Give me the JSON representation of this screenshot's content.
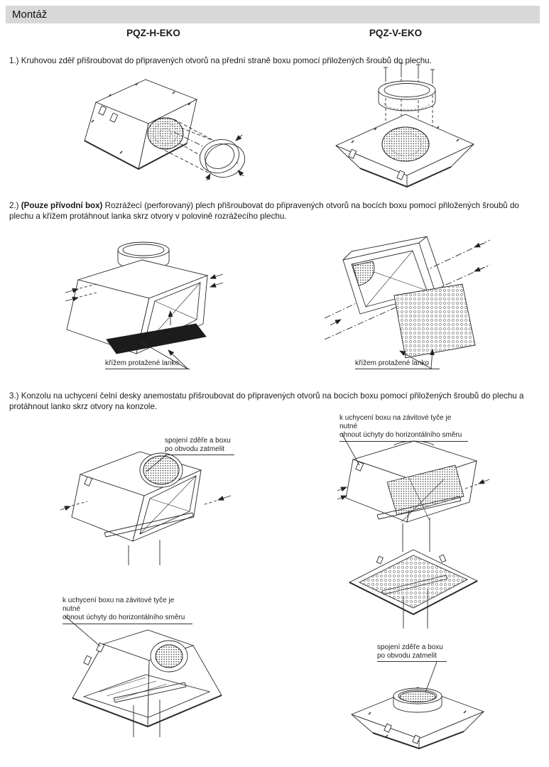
{
  "header": {
    "title": "Montáž"
  },
  "columns": {
    "left_model": "PQZ-H-EKO",
    "right_model": "PQZ-V-EKO"
  },
  "steps": {
    "step1": "1.) Kruhovou zděř přišroubovat do připravených otvorů na přední straně boxu pomocí přiložených šroubů do plechu.",
    "step2_num": "2.)",
    "step2_bold": "(Pouze přívodní box)",
    "step2_rest": "Rozrážecí (perforovaný) plech přišroubovat do připravených otvorů na bocích boxu pomocí přiložených šroubů do plechu a křížem protáhnout lanka skrz otvory v polovině rozrážecího plechu.",
    "step3": "3.) Konzolu na uchycení čelní desky anemostatu přišroubovat do připravených otvorů na bocích boxu pomocí přiložených šroubů do plechu a protáhnout lanko skrz otvory na konzole."
  },
  "callouts": {
    "cross_wire_left": "křížem protažené lanko",
    "cross_wire_right": "křížem protažené lanko",
    "seal_top_line1": "spojení zděře a boxu",
    "seal_top_line2": "po obvodu zatmelit",
    "seal_bottom_line1": "spojení zděře a boxu",
    "seal_bottom_line2": "po obvodu zatmelit",
    "bracket_right_line1": "k uchycení boxu na závitové tyče je nutné",
    "bracket_right_line2": "ohnout úchyty do horizontálního směru",
    "bracket_left_line1": "k uchycení boxu na závitové tyče je nutné",
    "bracket_left_line2": "ohnout úchyty do horizontálního směru"
  },
  "colors": {
    "header_bar": "#d8d8d8",
    "line": "#2a2a2a",
    "text": "#1a1a1a"
  }
}
